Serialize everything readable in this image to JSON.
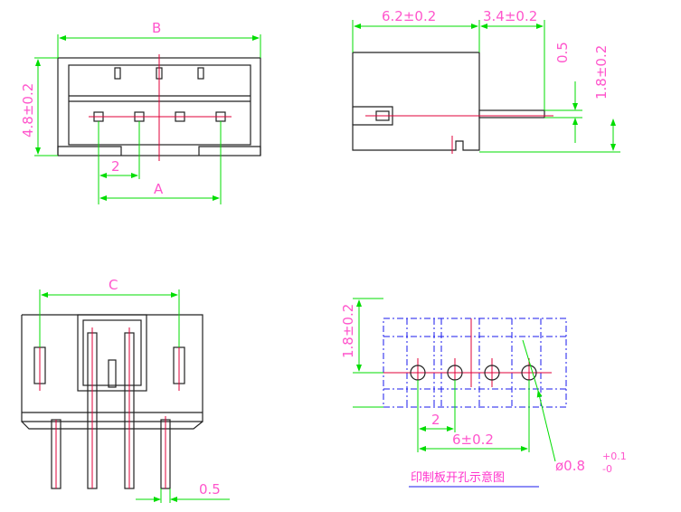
{
  "front_view": {
    "width_label": "B",
    "height_label": "4.8±0.2",
    "pitch_label": "2",
    "span_label": "A"
  },
  "side_view": {
    "depth_label": "6.2±0.2",
    "pin_protrusion_label": "3.4±0.2",
    "pin_thickness_label": "0.5",
    "pin_height_label": "1.8±0.2"
  },
  "bottom_view": {
    "span_label": "C",
    "pin_width_label": "0.5"
  },
  "pcb_layout": {
    "row_offset_label": "1.8±0.2",
    "pitch_label": "2",
    "total_pitch_label": "6±0.2",
    "hole_dia_label": "ø0.8",
    "hole_tol_plus": "+0.1",
    "hole_tol_minus": "-0",
    "caption": "印制板开孔示意图"
  },
  "colors": {
    "dimension": "#00dd00",
    "label": "#ff55cc",
    "outline": "#222222",
    "center": "#e0003a",
    "pcb": "#1a1aee"
  }
}
